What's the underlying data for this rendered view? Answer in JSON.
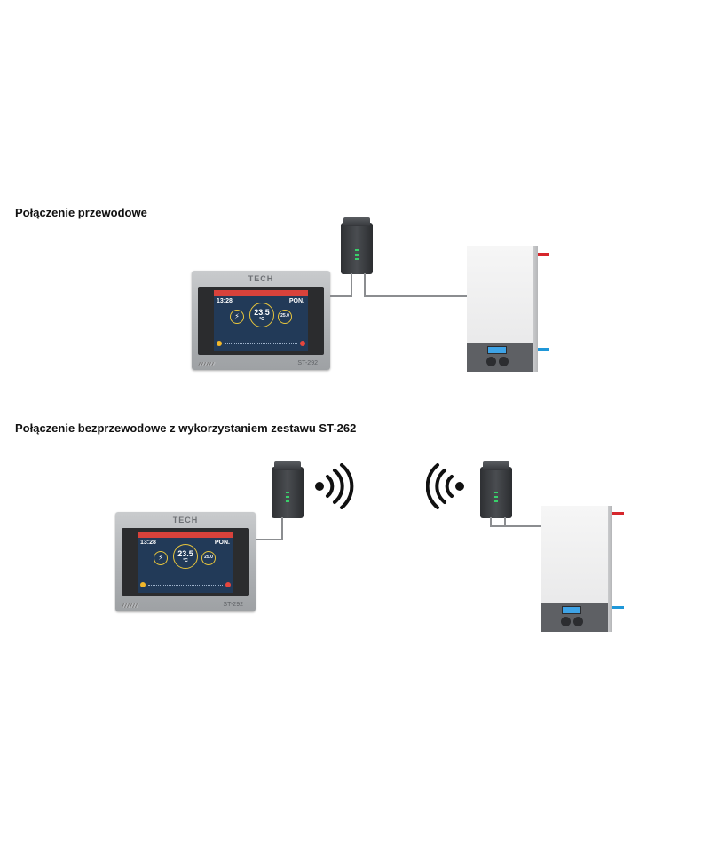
{
  "headings": {
    "wired": "Połączenie przewodowe",
    "wireless": "Połączenie bezprzewodowe z wykorzystaniem zestawu ST-262"
  },
  "controller": {
    "brand": "TECH",
    "model": "ST-292",
    "time": "13:28",
    "day": "PON.",
    "main_temp": "23.5",
    "main_unit": "°C",
    "side_temp": "25.0",
    "side_unit": "°C"
  },
  "icons": [
    "wifi-signal-right-icon",
    "wifi-signal-left-icon",
    "lightning-icon"
  ],
  "colors": {
    "supply_pipe": "#d6262c",
    "return_pipe": "#1f97d8",
    "screen_header": "#d8423b",
    "boiler_display": "#3ea3e6"
  }
}
